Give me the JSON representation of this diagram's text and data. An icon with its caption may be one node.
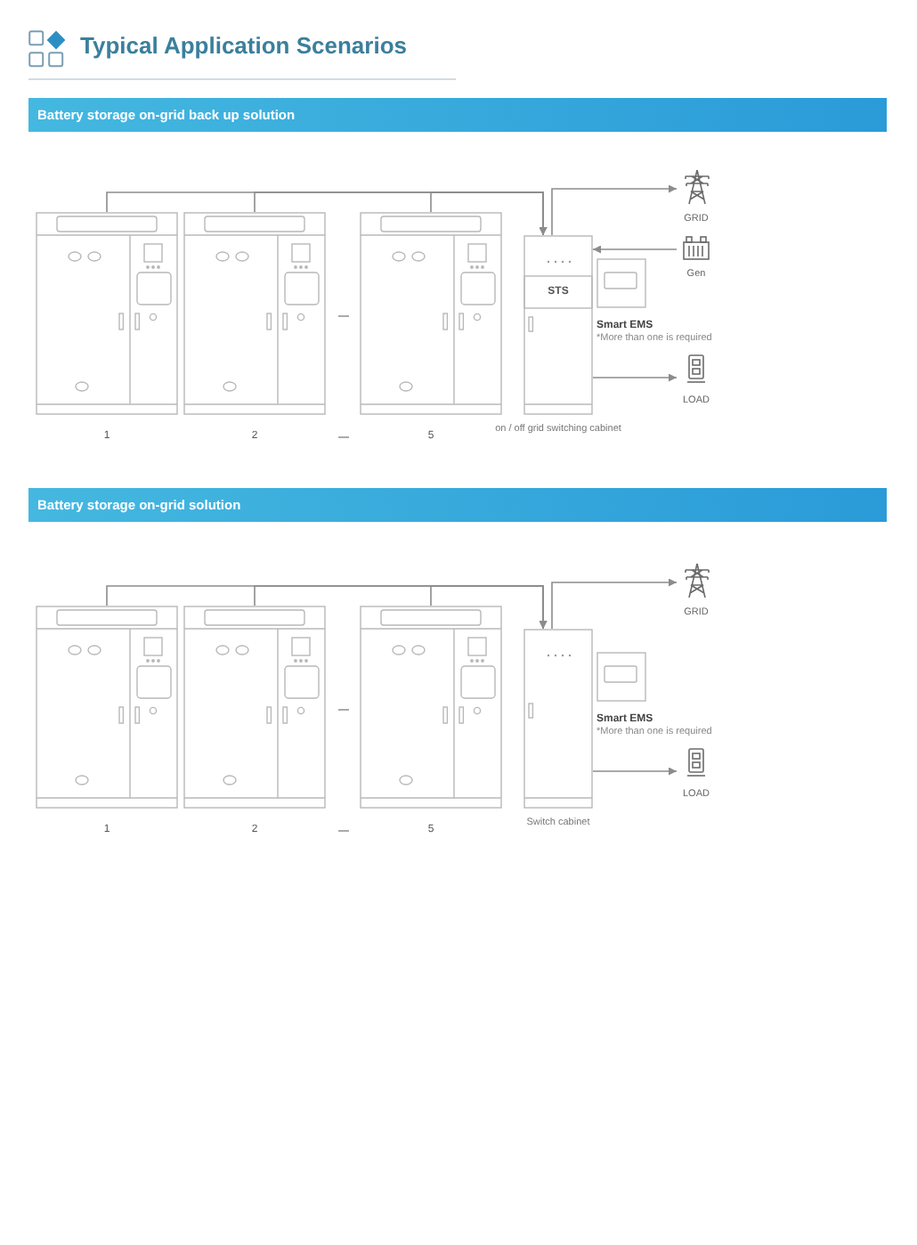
{
  "diagram": {
    "title": "Typical Application Scenarios",
    "nodes": [
      {
        "text": [
          "Battery storage on-grid back up solution"
        ]
      },
      {
        "text": [],
        "shape": "picture",
        "beside": [
          "1"
        ]
      },
      {
        "text": [],
        "shape": "picture",
        "beside": [
          "2"
        ]
      },
      {
        "text": [],
        "shape": "picture",
        "beside": [
          "5"
        ]
      },
      {
        "text": [
          "STS"
        ],
        "beside": [
          "on / off grid switching cabinet"
        ]
      },
      {
        "text": [],
        "shape": "picture",
        "beside": [
          "Smart EMS",
          "*More than one is required"
        ]
      },
      {
        "text": [
          "GRID"
        ]
      },
      {
        "text": [
          "Gen"
        ]
      },
      {
        "text": [
          "LOAD"
        ]
      },
      {
        "text": [
          "Battery storage on-grid solution"
        ]
      },
      {
        "text": [],
        "shape": "picture",
        "beside": [
          "1"
        ]
      },
      {
        "text": [],
        "shape": "picture",
        "beside": [
          "2"
        ]
      },
      {
        "text": [],
        "shape": "picture",
        "beside": [
          "5"
        ]
      },
      {
        "text": [],
        "shape": "picture",
        "beside": [
          "Switch cabinet"
        ]
      },
      {
        "text": [],
        "shape": "picture",
        "beside": [
          "Smart EMS",
          "*More than one is required"
        ]
      },
      {
        "text": [
          "GRID"
        ]
      },
      {
        "text": [
          "LOAD"
        ]
      }
    ],
    "edges": [
      {
        "from": 1,
        "to": 4,
        "arrow": "to"
      },
      {
        "from": 2,
        "to": 4,
        "arrow": "to"
      },
      {
        "from": 3,
        "to": 4,
        "arrow": "to"
      },
      {
        "from": 4,
        "to": 6,
        "arrow": "to"
      },
      {
        "from": 7,
        "to": 4,
        "arrow": "to"
      },
      {
        "from": 4,
        "to": 8,
        "arrow": "to"
      },
      {
        "from": 10,
        "to": 13,
        "arrow": "to"
      },
      {
        "from": 11,
        "to": 13,
        "arrow": "to"
      },
      {
        "from": 12,
        "to": 13,
        "arrow": "to"
      },
      {
        "from": 13,
        "to": 15,
        "arrow": "to"
      },
      {
        "from": 13,
        "to": 16,
        "arrow": "to"
      }
    ]
  }
}
